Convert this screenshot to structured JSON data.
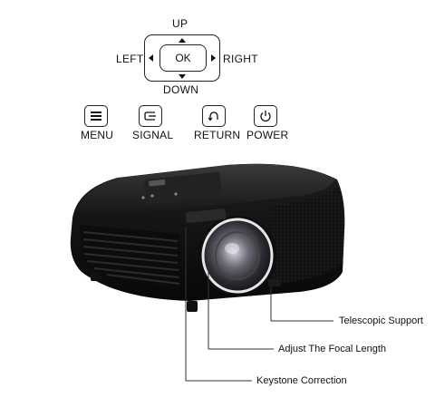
{
  "dpad": {
    "up": "UP",
    "down": "DOWN",
    "left": "LEFT",
    "right": "RIGHT",
    "ok": "OK"
  },
  "buttons": {
    "menu": "MENU",
    "signal": "SIGNAL",
    "return": "RETURN",
    "power": "POWER"
  },
  "callouts": {
    "telescopic": "Telescopic Support",
    "focal": "Adjust The Focal Length",
    "keystone": "Keystone Correction"
  },
  "colors": {
    "body": "#141414",
    "lens_ring": "#e6e6e6",
    "line": "#333333"
  },
  "icons": {
    "menu": "menu-icon",
    "signal": "signal-icon",
    "return": "return-icon",
    "power": "power-icon"
  }
}
